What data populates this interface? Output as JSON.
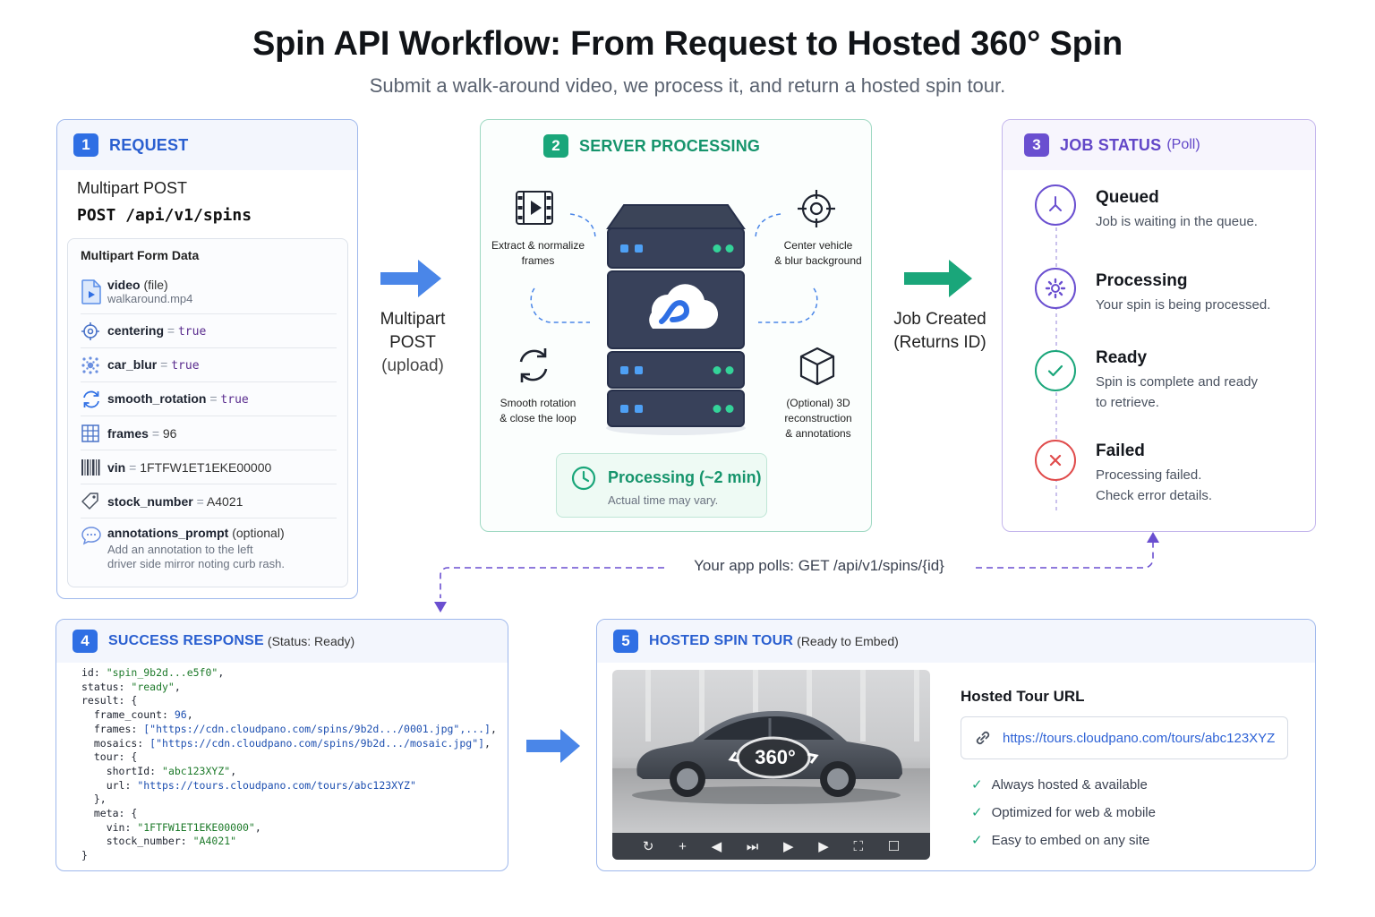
{
  "header": {
    "title": "Spin API Workflow: From Request to Hosted 360° Spin",
    "subtitle": "Submit a walk-around video, we process it, and return a hosted spin tour."
  },
  "request": {
    "num": "1",
    "title": "REQUEST",
    "line1": "Multipart POST",
    "line2": "POST /api/v1/spins",
    "form_title": "Multipart Form Data",
    "fields": [
      {
        "key": "video",
        "suffix": "(file)",
        "value": "walkaround.mp4",
        "icon": "video-file-icon"
      },
      {
        "key": "centering",
        "eq": "=",
        "value": "true",
        "icon": "crosshair-icon"
      },
      {
        "key": "car_blur",
        "eq": "=",
        "value": "true",
        "icon": "blur-dots-icon"
      },
      {
        "key": "smooth_rotation",
        "eq": "=",
        "value": "true",
        "icon": "rotate-icon"
      },
      {
        "key": "frames",
        "eq": "=",
        "value": "96",
        "icon": "grid-icon"
      },
      {
        "key": "vin",
        "eq": "=",
        "value": "1FTFW1ET1EKE00000",
        "icon": "barcode-icon"
      },
      {
        "key": "stock_number",
        "eq": "=",
        "value": "A4021",
        "icon": "tag-icon"
      },
      {
        "key": "annotations_prompt",
        "suffix": "(optional)",
        "value": "Add an annotation to the left",
        "value2": "driver side mirror noting curb rash.",
        "icon": "chat-icon"
      }
    ]
  },
  "flow": {
    "label1_line1": "Multipart",
    "label1_line2": "POST",
    "label1_line3": "(upload)",
    "label2_line1": "Job Created",
    "label2_line2": "(Returns ID)"
  },
  "processing": {
    "num": "2",
    "title": "SERVER PROCESSING",
    "steps": {
      "extract_l1": "Extract & normalize",
      "extract_l2": "frames",
      "center_l1": "Center vehicle",
      "center_l2": "& blur background",
      "smooth_l1": "Smooth rotation",
      "smooth_l2": "& close the loop",
      "recon_l1": "(Optional) 3D",
      "recon_l2": "reconstruction",
      "recon_l3": "& annotations"
    },
    "time_label": "Processing (~2 min)",
    "time_note": "Actual time may vary."
  },
  "job_status": {
    "num": "3",
    "title": "JOB STATUS",
    "title_suffix": "(Poll)",
    "states": [
      {
        "title": "Queued",
        "desc1": "Job is waiting in the queue.",
        "desc2": "",
        "color": "#6a4fd0"
      },
      {
        "title": "Processing",
        "desc1": "Your spin is being processed.",
        "desc2": "",
        "color": "#6a4fd0"
      },
      {
        "title": "Ready",
        "desc1": "Spin is complete and ready",
        "desc2": "to retrieve.",
        "color": "#1aa67a"
      },
      {
        "title": "Failed",
        "desc1": "Processing failed.",
        "desc2": "Check error details.",
        "color": "#e04b4b"
      }
    ]
  },
  "poll": {
    "label": "Your app polls:  GET /api/v1/spins/{id}"
  },
  "success": {
    "num": "4",
    "title": "SUCCESS RESPONSE",
    "title_suffix": "(Status: Ready)",
    "code": {
      "id": "\"spin_9b2d...e5f0\"",
      "status": "\"ready\"",
      "frame_count": "96",
      "frames": "[\"https://cdn.cloudpano.com/spins/9b2d.../0001.jpg\",...]",
      "mosaics": "[\"https://cdn.cloudpano.com/spins/9b2d.../mosaic.jpg\"]",
      "shortId": "\"abc123XYZ\"",
      "url": "\"https://tours.cloudpano.com/tours/abc123XYZ\"",
      "vin": "\"1FTFW1ET1EKE00000\"",
      "stock_number": "\"A4021\""
    }
  },
  "hosted": {
    "num": "5",
    "title": "HOSTED SPIN TOUR",
    "title_suffix": "(Ready to Embed)",
    "badge": "360°",
    "url_title": "Hosted Tour URL",
    "url": "https://tours.cloudpano.com/tours/abc123XYZ",
    "features": [
      "Always hosted & available",
      "Optimized for web & mobile",
      "Easy to embed on any site"
    ]
  },
  "colors": {
    "blue": "#2f6fe4",
    "green": "#1aa67a",
    "purple": "#6a4fd0",
    "red": "#e04b4b"
  }
}
